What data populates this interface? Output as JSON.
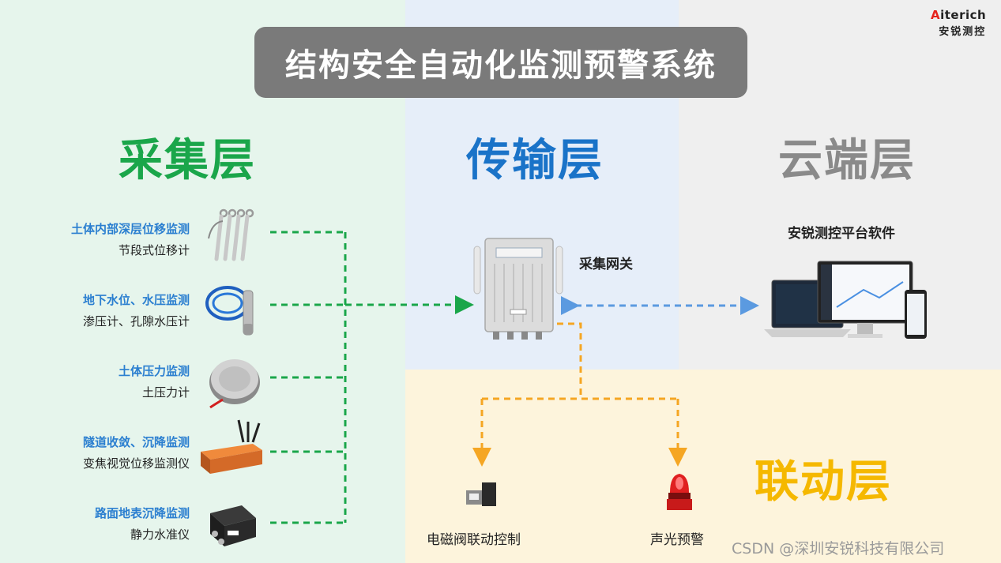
{
  "title": "结构安全自动化监测预警系统",
  "brand": {
    "en_prefix": "A",
    "en_rest": "iterich",
    "cn": "安锐测控"
  },
  "layers": {
    "collect": "采集层",
    "transport": "传输层",
    "cloud": "云端层",
    "linkage": "联动层"
  },
  "sensors": [
    {
      "heading": "土体内部深层位移监测",
      "device": "节段式位移计"
    },
    {
      "heading": "地下水位、水压监测",
      "device": "渗压计、孔隙水压计"
    },
    {
      "heading": "土体压力监测",
      "device": "土压力计"
    },
    {
      "heading": "隧道收敛、沉降监测",
      "device": "变焦视觉位移监测仪"
    },
    {
      "heading": "路面地表沉降监测",
      "device": "静力水准仪"
    }
  ],
  "gateway": "采集网关",
  "platform": "安锐测控平台软件",
  "linkage_devices": {
    "valve": "电磁阀联动控制",
    "alarm": "声光预警"
  },
  "watermark": "CSDN @深圳安锐科技有限公司",
  "colors": {
    "collect": "#1aa64a",
    "transport": "#1a73c8",
    "cloud": "#8a8a8a",
    "linkage": "#f5b800",
    "green_line": "#1aa64a",
    "blue_line": "#5b9ae0",
    "orange_line": "#f5a623"
  }
}
